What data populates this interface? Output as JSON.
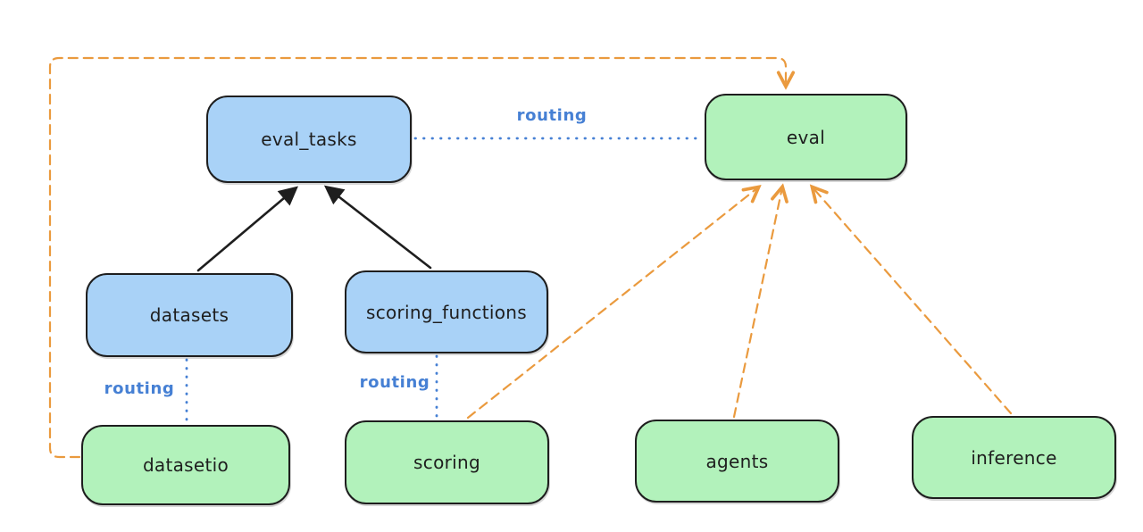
{
  "diagram": {
    "nodes": [
      {
        "id": "eval_tasks",
        "label": "eval_tasks",
        "color": "blue"
      },
      {
        "id": "eval",
        "label": "eval",
        "color": "green"
      },
      {
        "id": "datasets",
        "label": "datasets",
        "color": "blue"
      },
      {
        "id": "scoring_functions",
        "label": "scoring_functions",
        "color": "blue"
      },
      {
        "id": "datasetio",
        "label": "datasetio",
        "color": "green"
      },
      {
        "id": "scoring",
        "label": "scoring",
        "color": "green"
      },
      {
        "id": "agents",
        "label": "agents",
        "color": "green"
      },
      {
        "id": "inference",
        "label": "inference",
        "color": "green"
      }
    ],
    "edges": [
      {
        "from": "datasets",
        "to": "eval_tasks",
        "style": "solid",
        "color": "black",
        "arrow": true
      },
      {
        "from": "scoring_functions",
        "to": "eval_tasks",
        "style": "solid",
        "color": "black",
        "arrow": true
      },
      {
        "from": "eval_tasks",
        "to": "eval",
        "style": "dotted",
        "color": "blue",
        "arrow": false,
        "label": "routing"
      },
      {
        "from": "datasets",
        "to": "datasetio",
        "style": "dotted",
        "color": "blue",
        "arrow": false,
        "label": "routing"
      },
      {
        "from": "scoring_functions",
        "to": "scoring",
        "style": "dotted",
        "color": "blue",
        "arrow": false,
        "label": "routing"
      },
      {
        "from": "scoring",
        "to": "eval",
        "style": "dashed",
        "color": "orange",
        "arrow": true
      },
      {
        "from": "agents",
        "to": "eval",
        "style": "dashed",
        "color": "orange",
        "arrow": true
      },
      {
        "from": "inference",
        "to": "eval",
        "style": "dashed",
        "color": "orange",
        "arrow": true
      },
      {
        "from": "datasetio",
        "to": "eval",
        "style": "dashed",
        "color": "orange",
        "arrow": true
      }
    ],
    "colors": {
      "ink": "#1e1e1e",
      "blue_fill": "#a9d2f7",
      "green_fill": "#b2f2bb",
      "blue_edge": "#4680d4",
      "orange_edge": "#ea9a3e"
    }
  }
}
